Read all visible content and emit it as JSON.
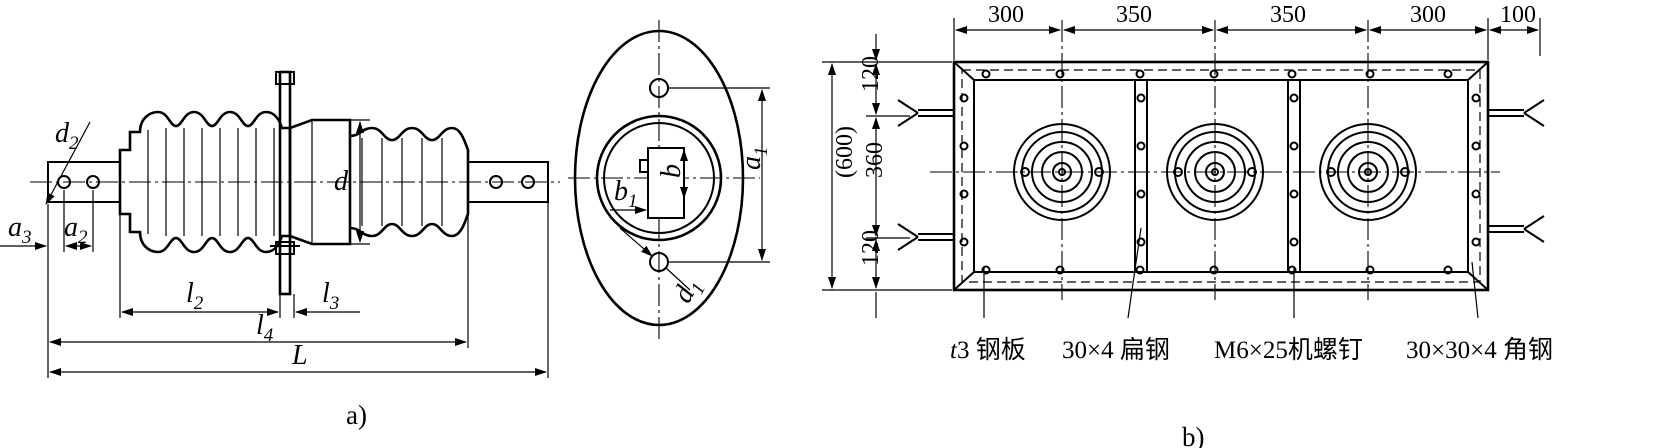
{
  "figure_a": {
    "caption": "a)",
    "labels": {
      "d2": {
        "main": "d",
        "sub": "2"
      },
      "d": {
        "main": "d",
        "sub": ""
      },
      "a3": {
        "main": "a",
        "sub": "3"
      },
      "a2": {
        "main": "a",
        "sub": "2"
      },
      "l2": {
        "main": "l",
        "sub": "2"
      },
      "l3": {
        "main": "l",
        "sub": "3"
      },
      "l4": {
        "main": "l",
        "sub": "4"
      },
      "L": {
        "main": "L",
        "sub": ""
      },
      "b1": {
        "main": "b",
        "sub": "1"
      },
      "b": {
        "main": "b",
        "sub": ""
      },
      "a1": {
        "main": "a",
        "sub": "1"
      },
      "d1": {
        "main": "d",
        "sub": "1"
      }
    }
  },
  "figure_b": {
    "caption": "b)",
    "top_dims": [
      "300",
      "350",
      "350",
      "300",
      "100"
    ],
    "left_dims": [
      "120",
      "360",
      "120"
    ],
    "overall_height": "(600)",
    "callouts": {
      "plate_prefix": "t",
      "plate_rest": "3 钢板",
      "flat_steel": "30×4 扁钢",
      "screw": "M6×25机螺钉",
      "angle_steel": "30×30×4 角钢"
    }
  }
}
